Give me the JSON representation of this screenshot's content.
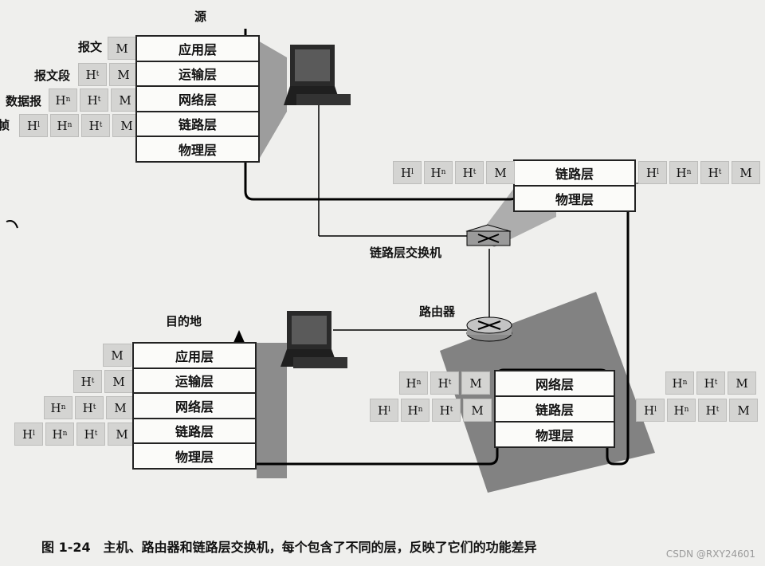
{
  "labels": {
    "source": "源",
    "destination": "目的地",
    "switch": "链路层交换机",
    "router": "路由器"
  },
  "message_types": [
    "报文",
    "报文段",
    "数据报",
    "帧"
  ],
  "layers": {
    "application": "应用层",
    "transport": "运输层",
    "network": "网络层",
    "link": "链路层",
    "physical": "物理层"
  },
  "headers": {
    "link": "H",
    "link_sub": "l",
    "network": "H",
    "network_sub": "n",
    "transport": "H",
    "transport_sub": "t",
    "message": "M"
  },
  "caption": "图 1-24　主机、路由器和链路层交换机，每个包含了不同的层，反映了它们的功能差异",
  "watermark": "CSDN @RXY24601",
  "icons": [
    "computer-icon",
    "switch-icon",
    "router-icon"
  ]
}
